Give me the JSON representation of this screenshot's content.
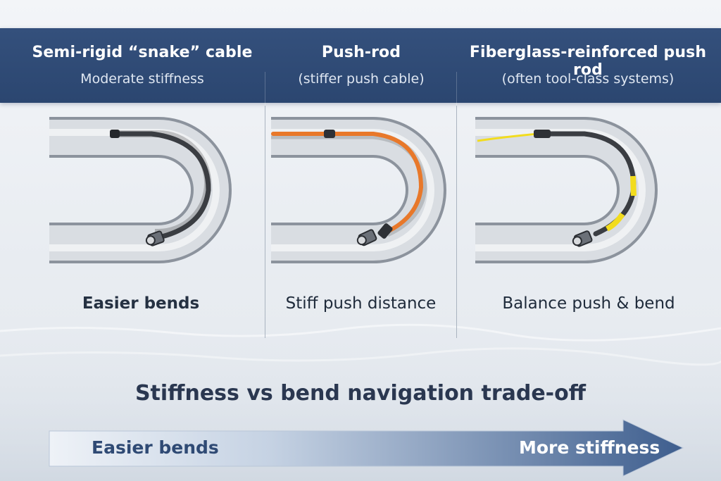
{
  "columns": [
    {
      "title": "Semi-rigid “snake” cable",
      "subtitle": "Moderate stiffness",
      "caption": "Easier bends",
      "cable_color": "#3a3d42",
      "tip_color": ""
    },
    {
      "title": "Push-rod",
      "subtitle": "(stiffer push cable)",
      "caption": "Stiff push distance",
      "cable_color": "#e8782a",
      "tip_color": "#e8782a"
    },
    {
      "title": "Fiberglass-reinforced push rod",
      "subtitle": "(often tool-class systems)",
      "caption": "Balance push & bend",
      "cable_color": "#3a3d42",
      "tip_color": "#f2dc1e"
    }
  ],
  "tradeoff_title": "Stiffness vs bend navigation trade-off",
  "arrow": {
    "left_label": "Easier bends",
    "right_label": "More stiffness",
    "color_start": "#eef2f7",
    "color_end": "#3e5e8e"
  }
}
